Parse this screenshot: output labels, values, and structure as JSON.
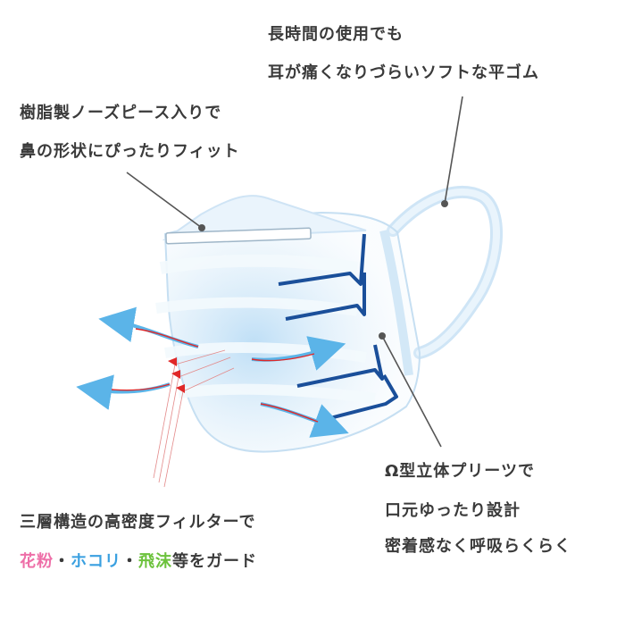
{
  "ear_loop": {
    "line1": "長時間の使用でも",
    "line2": "耳が痛くなりづらいソフトな平ゴム"
  },
  "nose_piece": {
    "line1": "樹脂製ノーズピース入りで",
    "line2": "鼻の形状にぴったりフィット"
  },
  "pleats": {
    "line1": "Ω型立体プリーツで",
    "line2": "口元ゆったり設計",
    "line3": "密着感なく呼吸らくらく"
  },
  "filter": {
    "line1": "三層構造の高密度フィルターで",
    "line2": {
      "w1": "花粉",
      "sep1": "・",
      "w2": "ホコリ",
      "sep2": "・",
      "w3": "飛沫",
      "rest": "等をガード"
    }
  },
  "colors": {
    "text": "#3a3a3a",
    "pollen": "#ee6fa8",
    "dust": "#3aa0e0",
    "droplet": "#6cc23c",
    "pleat_frame": "#1a4f9a",
    "mask_fill": "#e7f2fb",
    "mask_edge": "#b9d9f0",
    "arrow_blue": "#5bb4e8",
    "arrow_red": "#e02828"
  }
}
